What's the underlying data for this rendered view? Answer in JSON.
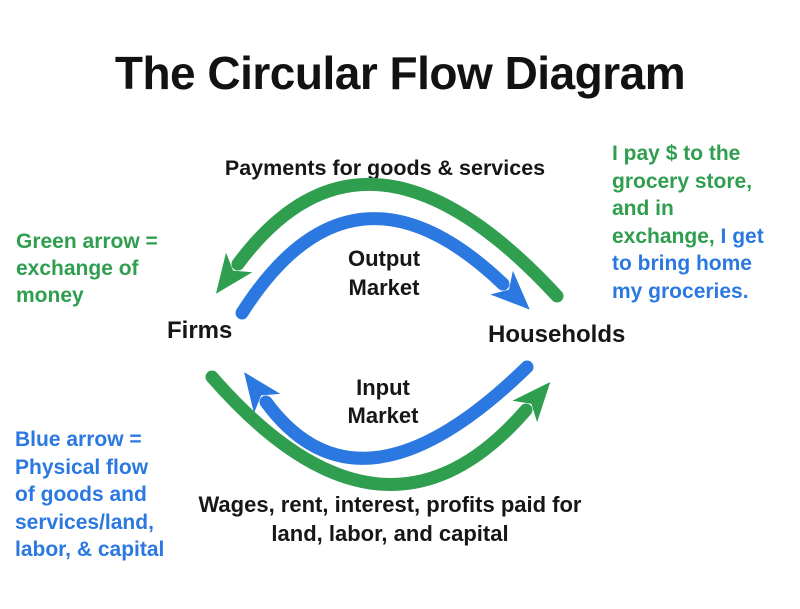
{
  "colors": {
    "green": "#2f9e4f",
    "blue": "#2b79e0",
    "text": "#161616"
  },
  "title": "The Circular Flow Diagram",
  "flows": {
    "top_label": "Payments for goods & services",
    "bottom_label": "Wages, rent, interest, profits paid for\nland, labor, and capital"
  },
  "nodes": {
    "firms": "Firms",
    "households": "Households",
    "output_market": "Output\nMarket",
    "input_market": "Input\nMarket"
  },
  "legend": {
    "green": "Green arrow =\nexchange of\nmoney",
    "blue": "Blue arrow =\nPhysical flow\nof goods and\nservices/land,\nlabor, & capital"
  },
  "annotation": {
    "green_part": "I pay $ to the\ngrocery store,\nand in\nexchange,",
    "blue_part": " I get\nto bring home\nmy groceries."
  },
  "arrows": {
    "top_outer_green": {
      "meaning": "payments for goods & services",
      "direction": "households-to-firms"
    },
    "top_inner_blue": {
      "meaning": "goods & services output",
      "direction": "firms-to-households"
    },
    "bottom_inner_blue": {
      "meaning": "land, labor, capital inputs",
      "direction": "households-to-firms"
    },
    "bottom_outer_green": {
      "meaning": "wages, rent, interest, profits",
      "direction": "firms-to-households"
    }
  }
}
